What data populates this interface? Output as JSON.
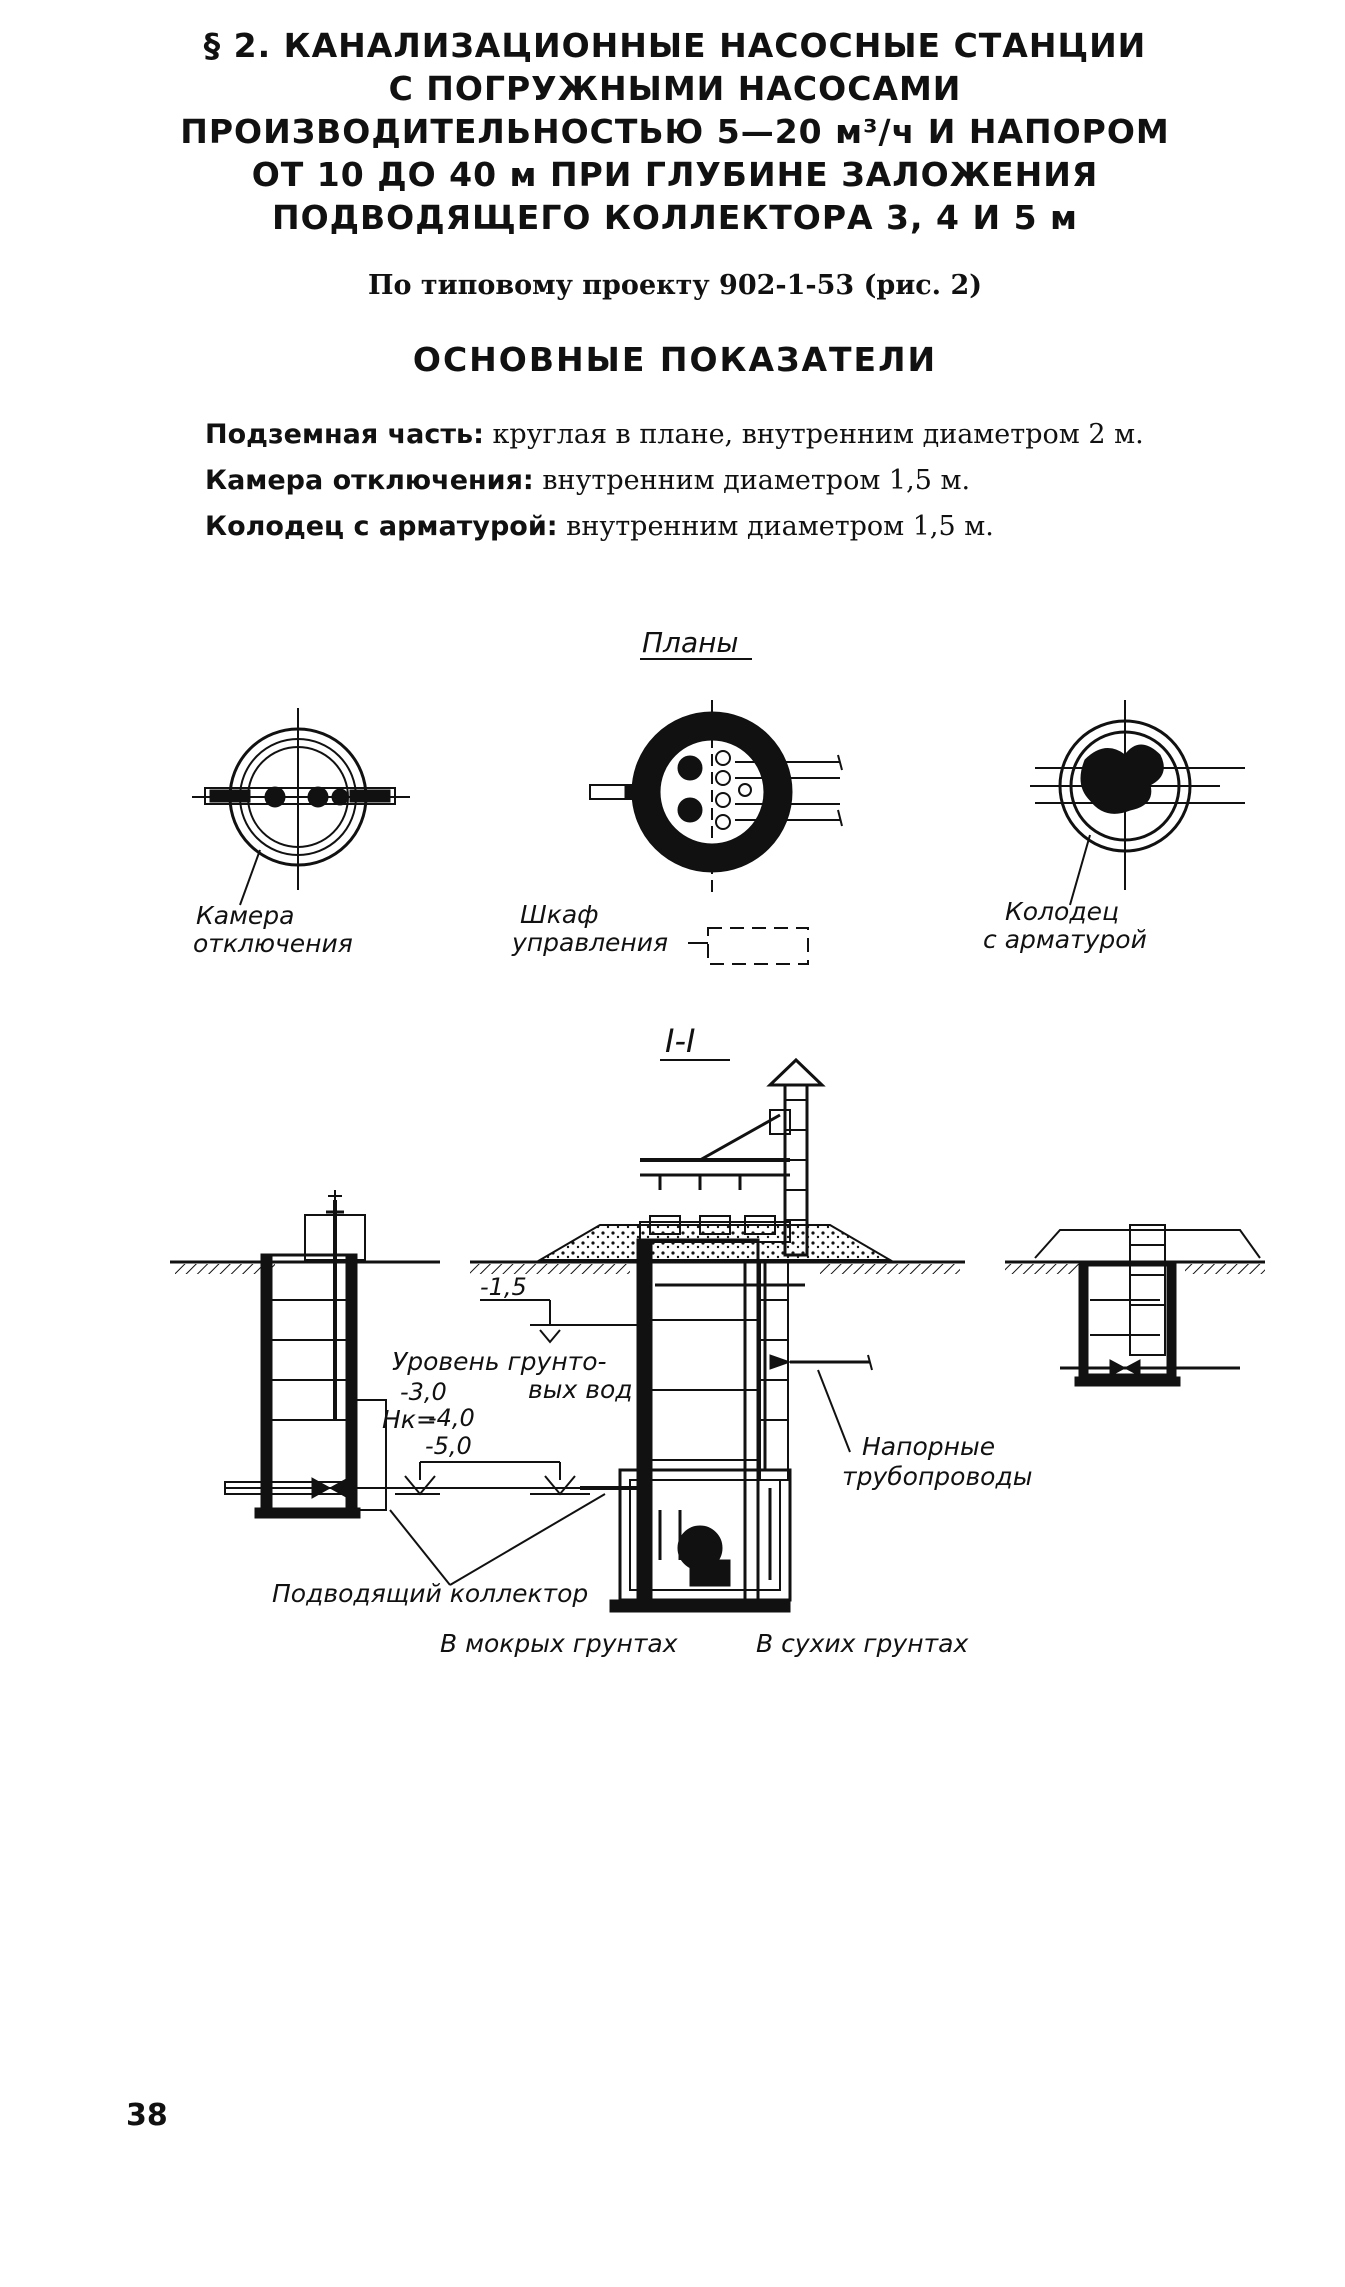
{
  "title_lines": [
    "§ 2. КАНАЛИЗАЦИОННЫЕ НАСОСНЫЕ СТАНЦИИ",
    "С ПОГРУЖНЫМИ НАСОСАМИ",
    "ПРОИЗВОДИТЕЛЬНОСТЬЮ 5—20 м³/ч И НАПОРОМ",
    "ОТ 10 ДО 40 м ПРИ ГЛУБИНЕ ЗАЛОЖЕНИЯ",
    "ПОДВОДЯЩЕГО КОЛЛЕКТОРА 3, 4 И 5 м"
  ],
  "subtitle": "По типовому проекту 902-1-53 (рис. 2)",
  "section_heading": "ОСНОВНЫЕ ПОКАЗАТЕЛИ",
  "parameters": [
    {
      "label": "Подземная часть:",
      "text": " круглая в плане, внутренним диаметром 2 м."
    },
    {
      "label": "Камера отключения:",
      "text": " внутренним диаметром 1,5 м."
    },
    {
      "label": "Колодец с арматурой:",
      "text": " внутренним диаметром 1,5 м."
    }
  ],
  "figure": {
    "plans_title": "Планы",
    "plan_labels": {
      "chamber_line1": "Камера",
      "chamber_line2": "отключения",
      "cabinet_line1": "Шкаф",
      "cabinet_line2": "управления",
      "well_line1": "Колодец",
      "well_line2": "с арматурой"
    },
    "section_title": "I-I",
    "section_labels": {
      "level_1_5": "-1,5",
      "groundwater_line1": "Уровень грунто-",
      "groundwater_line2": "вых вод",
      "level_3_0": "-3,0",
      "hk": "Hк=",
      "level_4_0": "-4,0",
      "level_5_0": "-5,0",
      "pressure_line1": "Напорные",
      "pressure_line2": "трубопроводы",
      "inlet_collector": "Подводящий коллектор",
      "wet_soil": "В мокрых грунтах",
      "dry_soil": "В сухих грунтах"
    }
  },
  "page_number": "38"
}
